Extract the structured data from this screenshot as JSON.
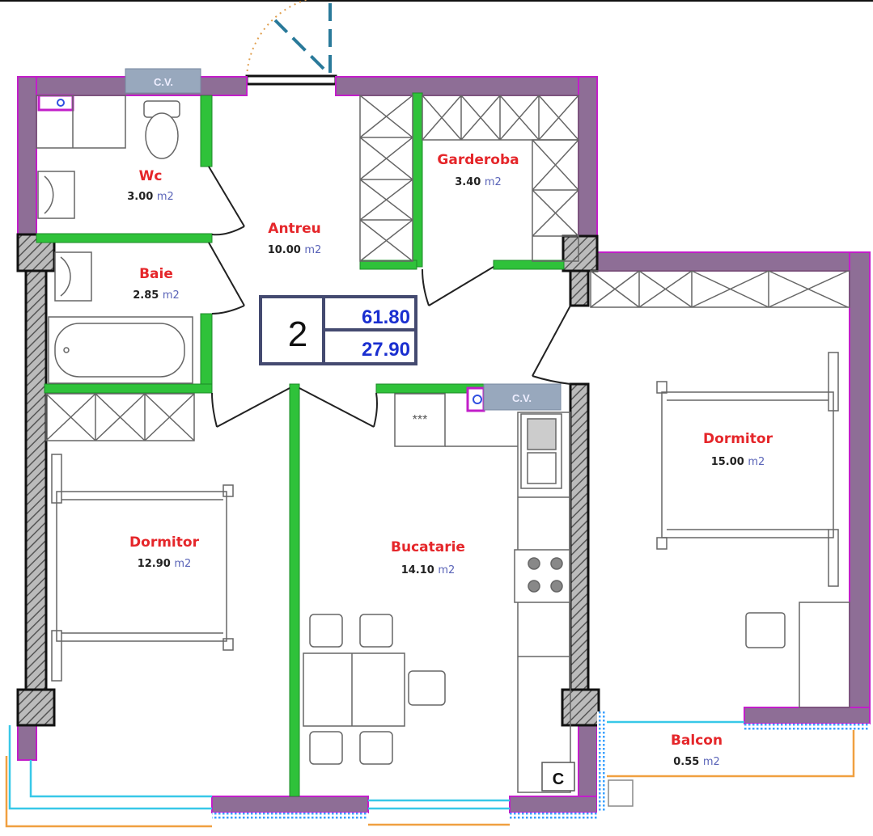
{
  "summary": {
    "rooms": "2",
    "total_area": "61.80",
    "living_area": "27.90"
  },
  "unit": "m2",
  "rooms": [
    {
      "name": "Wc",
      "area": "3.00"
    },
    {
      "name": "Antreu",
      "area": "10.00"
    },
    {
      "name": "Garderoba",
      "area": "3.40"
    },
    {
      "name": "Baie",
      "area": "2.85"
    },
    {
      "name": "Dormitor",
      "area": "15.00"
    },
    {
      "name": "Dormitor",
      "area": "12.90"
    },
    {
      "name": "Bucatarie",
      "area": "14.10"
    },
    {
      "name": "Balcon",
      "area": "0.55"
    }
  ],
  "labels": {
    "cv": "C.V.",
    "boiler": "C"
  },
  "colors": {
    "exterior_wall": "#8e6e96",
    "interior_wall": "#2fc23a",
    "room_name": "#e5262a",
    "summary_text": "#1a2fd0"
  }
}
